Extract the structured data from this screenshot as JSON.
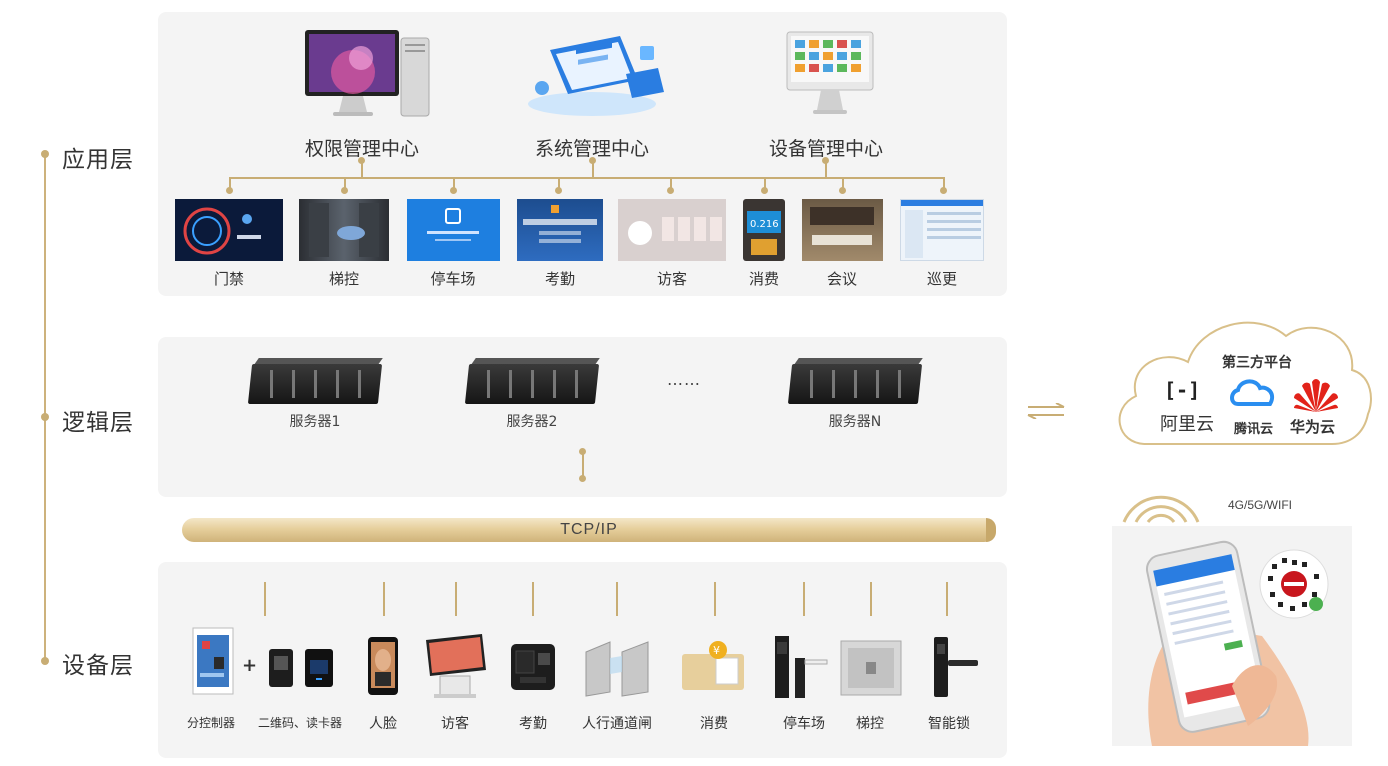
{
  "layers": {
    "application": "应用层",
    "logic": "逻辑层",
    "device": "设备层"
  },
  "management_centers": [
    "权限管理中心",
    "系统管理中心",
    "设备管理中心"
  ],
  "app_modules": [
    "门禁",
    "梯控",
    "停车场",
    "考勤",
    "访客",
    "消费",
    "会议",
    "巡更"
  ],
  "servers": {
    "items": [
      "服务器1",
      "服务器2",
      "服务器N"
    ],
    "ellipsis": "……"
  },
  "network": "TCP/IP",
  "devices": {
    "plus": "+",
    "items": [
      "分控制器",
      "二维码、读卡器",
      "人脸",
      "访客",
      "考勤",
      "人行通道闸",
      "消费",
      "停车场",
      "梯控",
      "智能锁"
    ]
  },
  "cloud": {
    "title": "第三方平台",
    "providers": [
      "阿里云",
      "腾讯云",
      "华为云"
    ],
    "aliyun_logo": "[-]"
  },
  "mobile": {
    "connectivity": "4G/5G/WIFI"
  },
  "colors": {
    "accent_gold": "#c8ad74",
    "panel_bg": "#f4f4f4",
    "huawei_red": "#e2231a",
    "tencent_blue": "#2a8ef0"
  }
}
